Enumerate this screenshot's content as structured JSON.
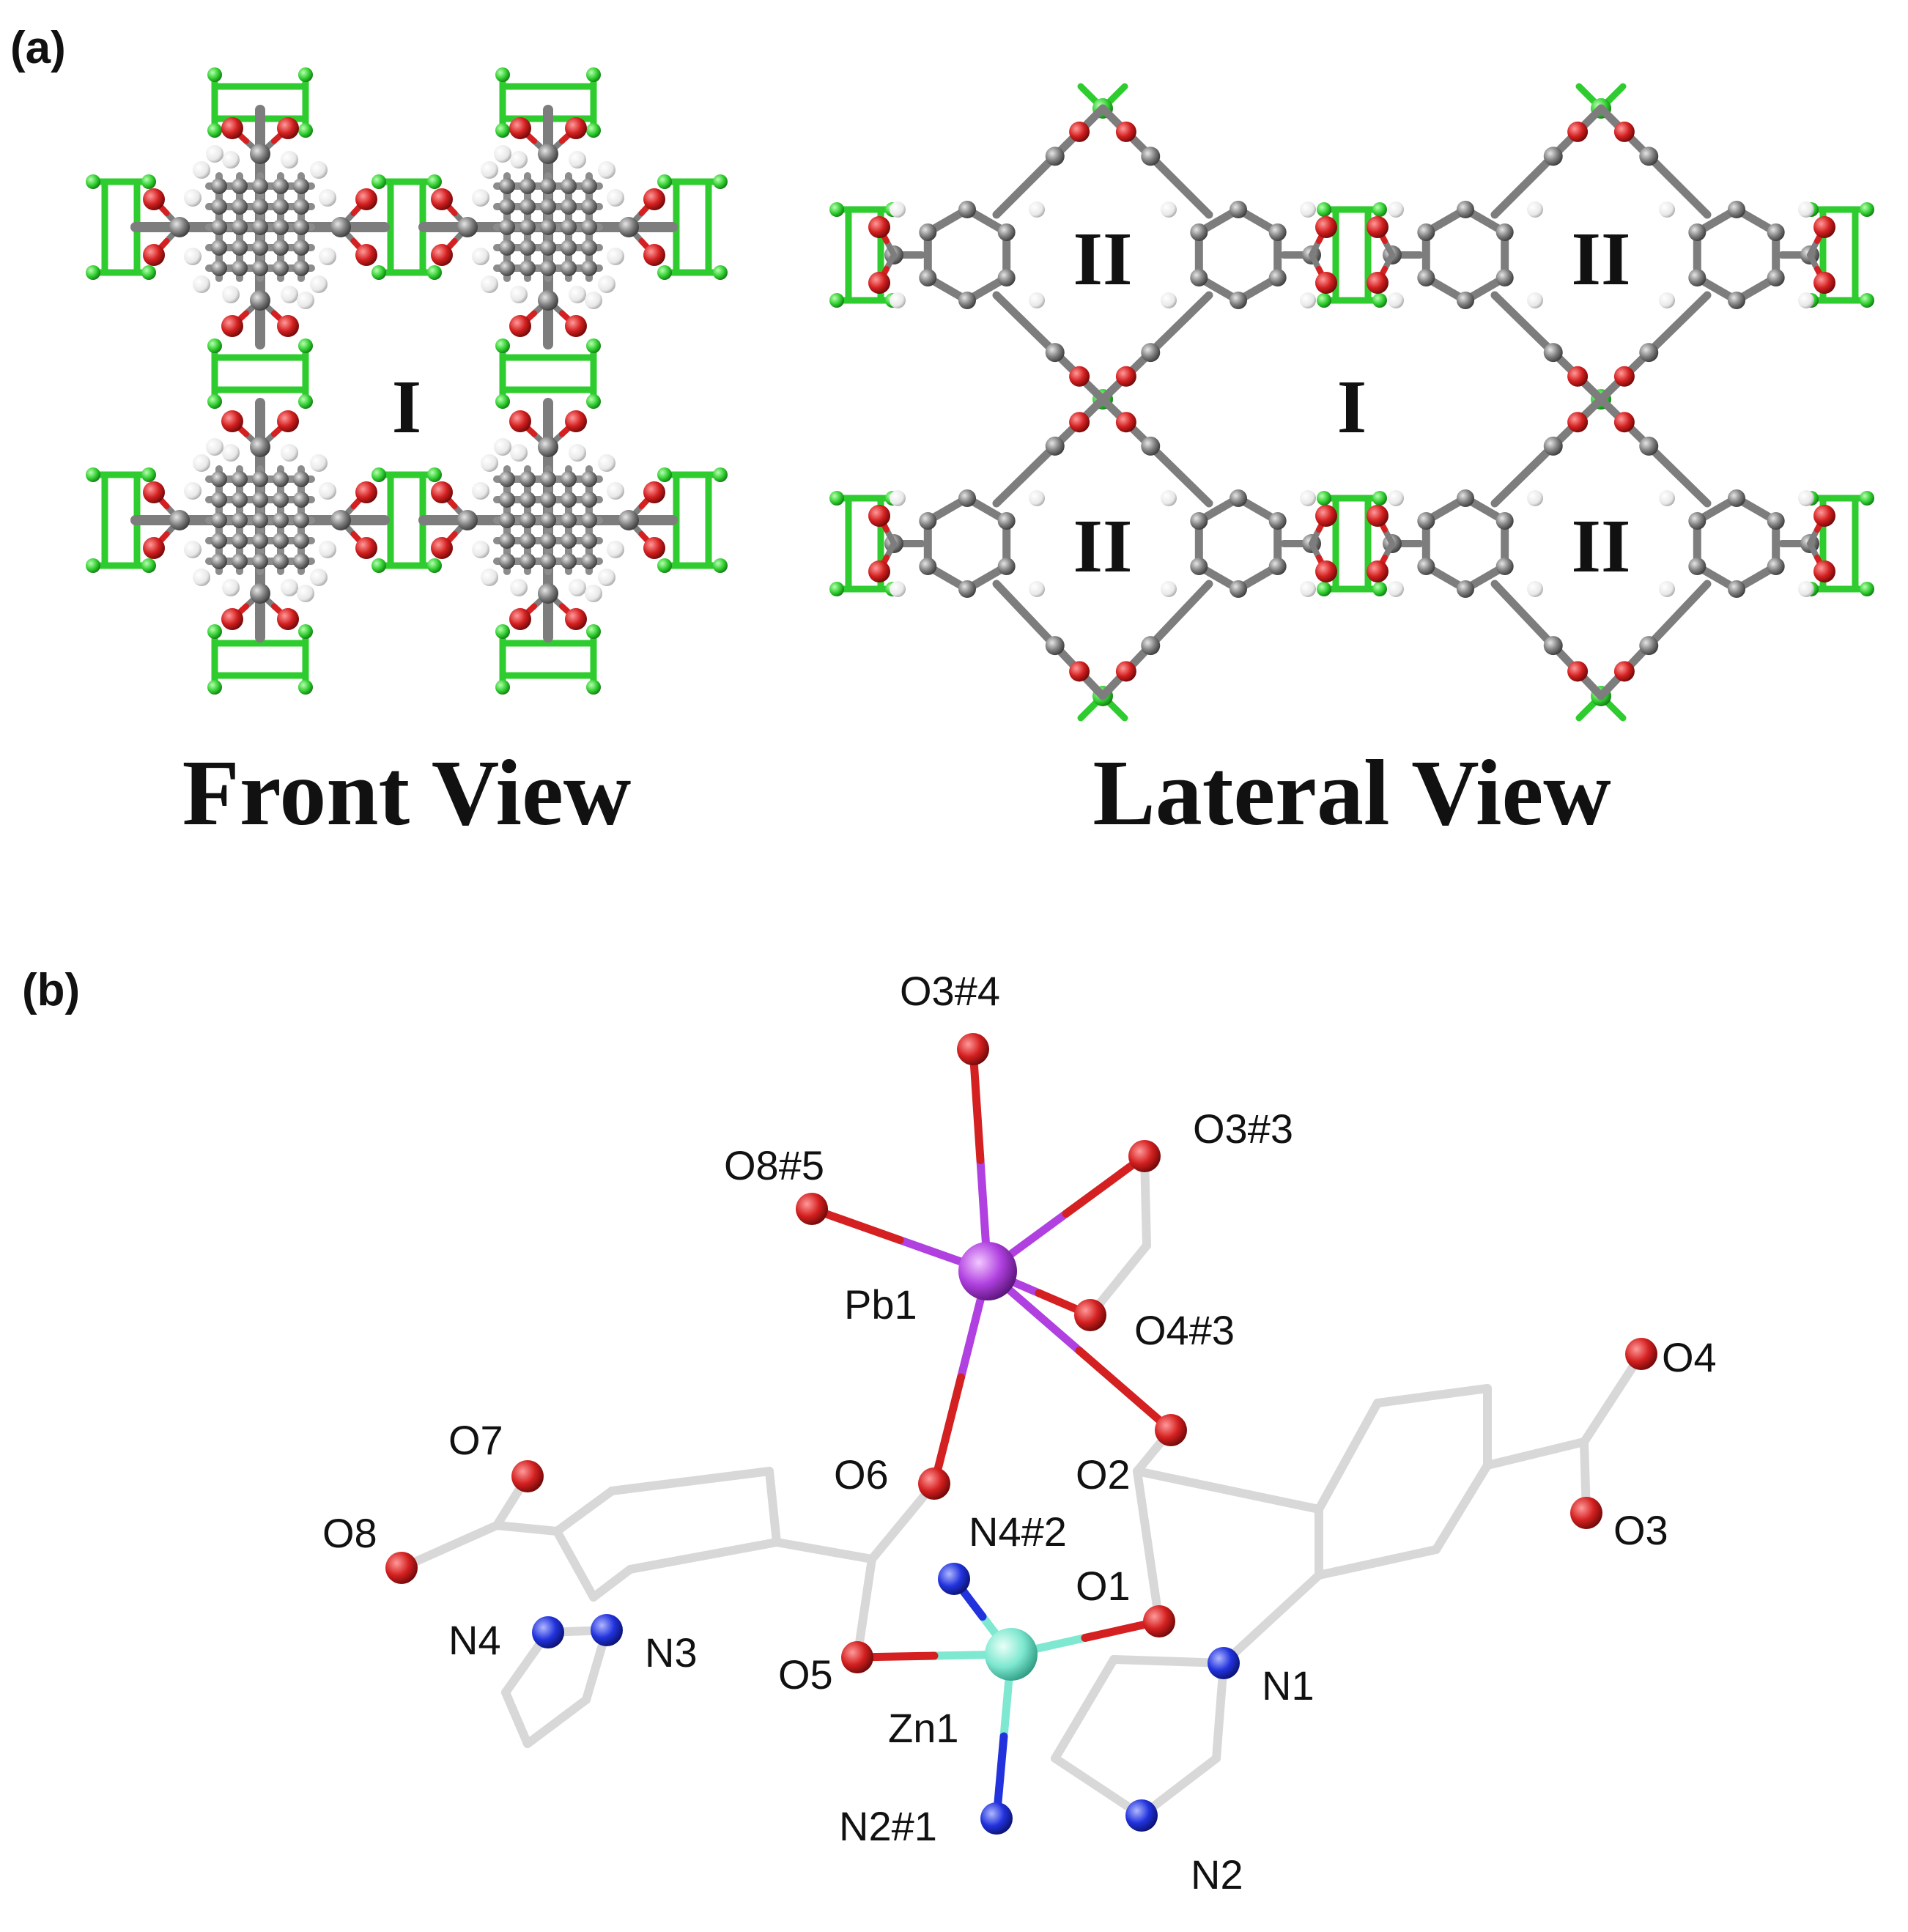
{
  "panel_a": {
    "label": "(a)",
    "front_view": {
      "title": "Front View",
      "pore_label": "I"
    },
    "lateral_view": {
      "title": "Lateral View",
      "pore_large": "I",
      "pore_small": "II"
    }
  },
  "panel_b": {
    "label": "(b)",
    "atom_labels": {
      "O3_4": "O3#4",
      "O3_3": "O3#3",
      "O8_5": "O8#5",
      "Pb1": "Pb1",
      "O4_3": "O4#3",
      "O4": "O4",
      "O7": "O7",
      "O6": "O6",
      "O2": "O2",
      "N4_2": "N4#2",
      "O3": "O3",
      "O8": "O8",
      "O1": "O1",
      "N4": "N4",
      "N3": "N3",
      "O5": "O5",
      "N1": "N1",
      "Zn1": "Zn1",
      "N2_1": "N2#1",
      "N2": "N2"
    }
  },
  "colors": {
    "metal_green": "#2ecc2e",
    "oxygen_red": "#d42020",
    "carbon_grey": "#7d7d7d",
    "hydrogen_white": "#eeeeee",
    "lead_violet": "#b040e0",
    "zinc_cyan": "#7fe8d0",
    "nitrogen_blue": "#2233dd",
    "bond_light": "#d8d8d8"
  }
}
